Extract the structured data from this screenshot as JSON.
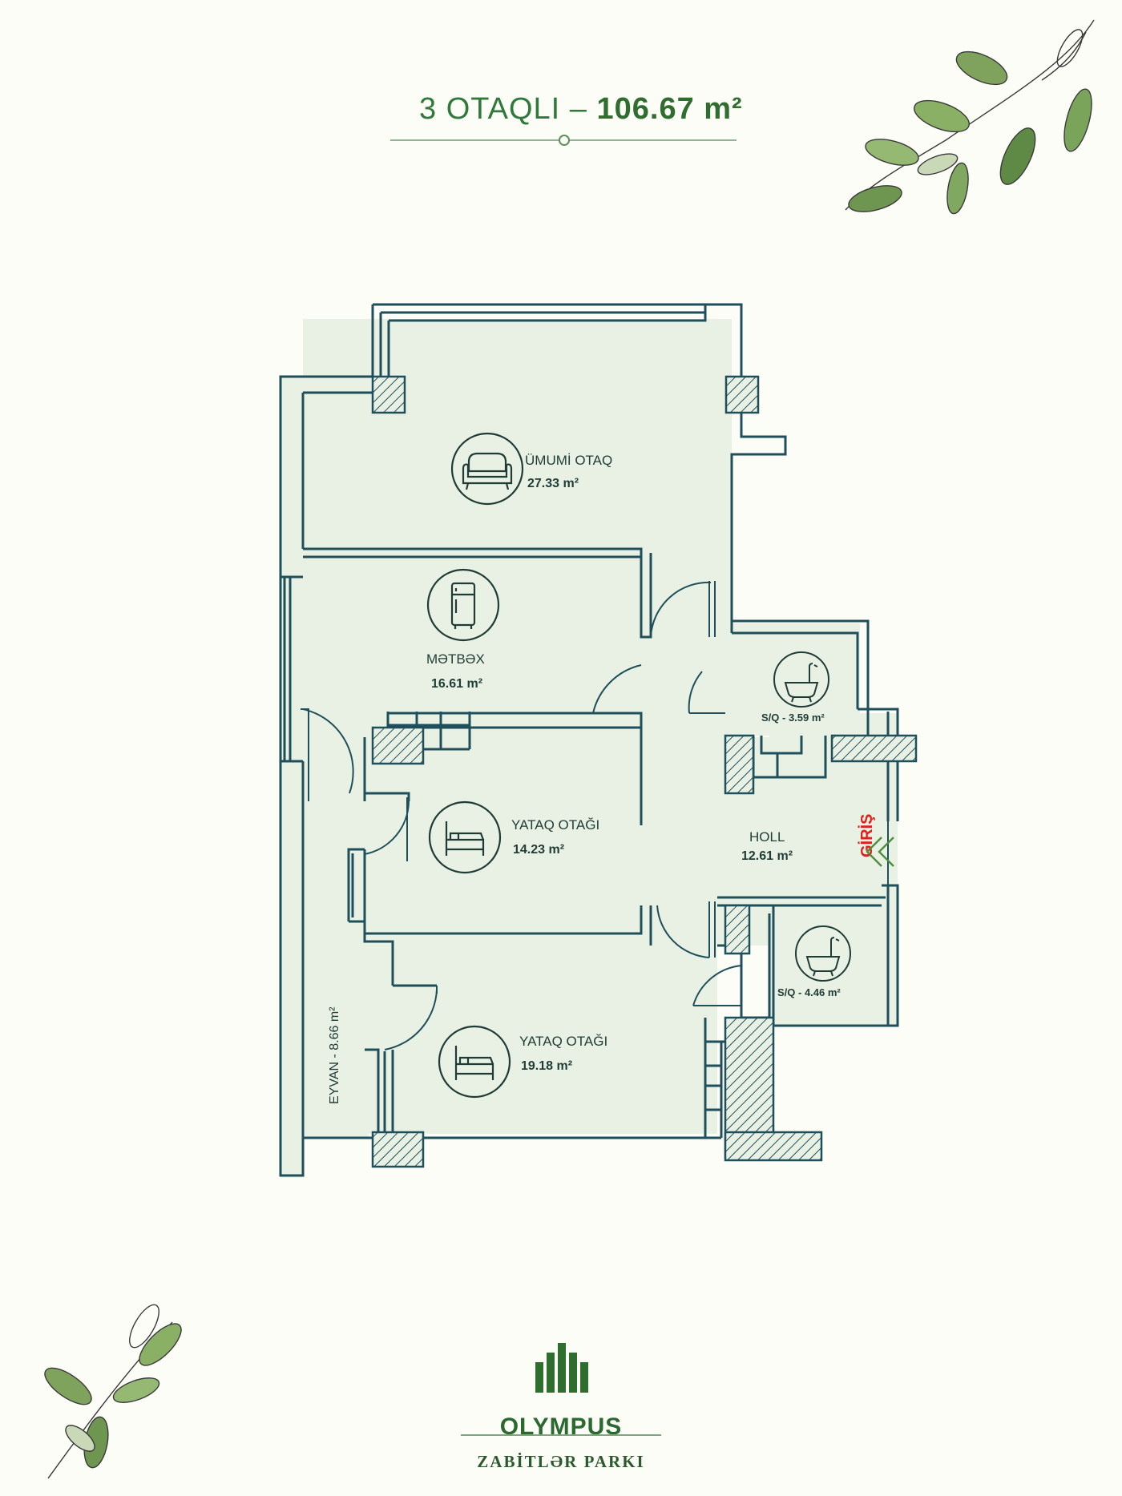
{
  "title": {
    "rooms_label": "3 OTAQLI – ",
    "area_label": "106.67 m²"
  },
  "rooms": {
    "living": {
      "name": "ÜMUMİ OTAQ",
      "area": "27.33 m²"
    },
    "kitchen": {
      "name": "MƏTBƏX",
      "area": "16.61 m²"
    },
    "bath1": {
      "label": "S/Q - 3.59 m²"
    },
    "bedroom1": {
      "name": "YATAQ OTAĞI",
      "area": "14.23 m²"
    },
    "hall": {
      "name": "HOLL",
      "area": "12.61 m²"
    },
    "bath2": {
      "label": "S/Q - 4.46 m²"
    },
    "bedroom2": {
      "name": "YATAQ OTAĞI",
      "area": "19.18 m²"
    },
    "balcony": {
      "label": "EYVAN - 8.66 m²"
    }
  },
  "entrance": {
    "label": "GİRİŞ"
  },
  "brand": {
    "name": "OLYMPUS",
    "subtitle": "ZABİTLƏR PARKI"
  },
  "colors": {
    "room_fill": "#e9f0e4",
    "wall": "#1f4f5a",
    "accent_green": "#2f6e2f",
    "entrance_red": "#e0201b"
  },
  "icons": [
    "sofa-icon",
    "fridge-icon",
    "bathtub-icon",
    "bed-icon",
    "entrance-arrow-icon",
    "leaf-decoration-icon",
    "building-logo-icon"
  ]
}
